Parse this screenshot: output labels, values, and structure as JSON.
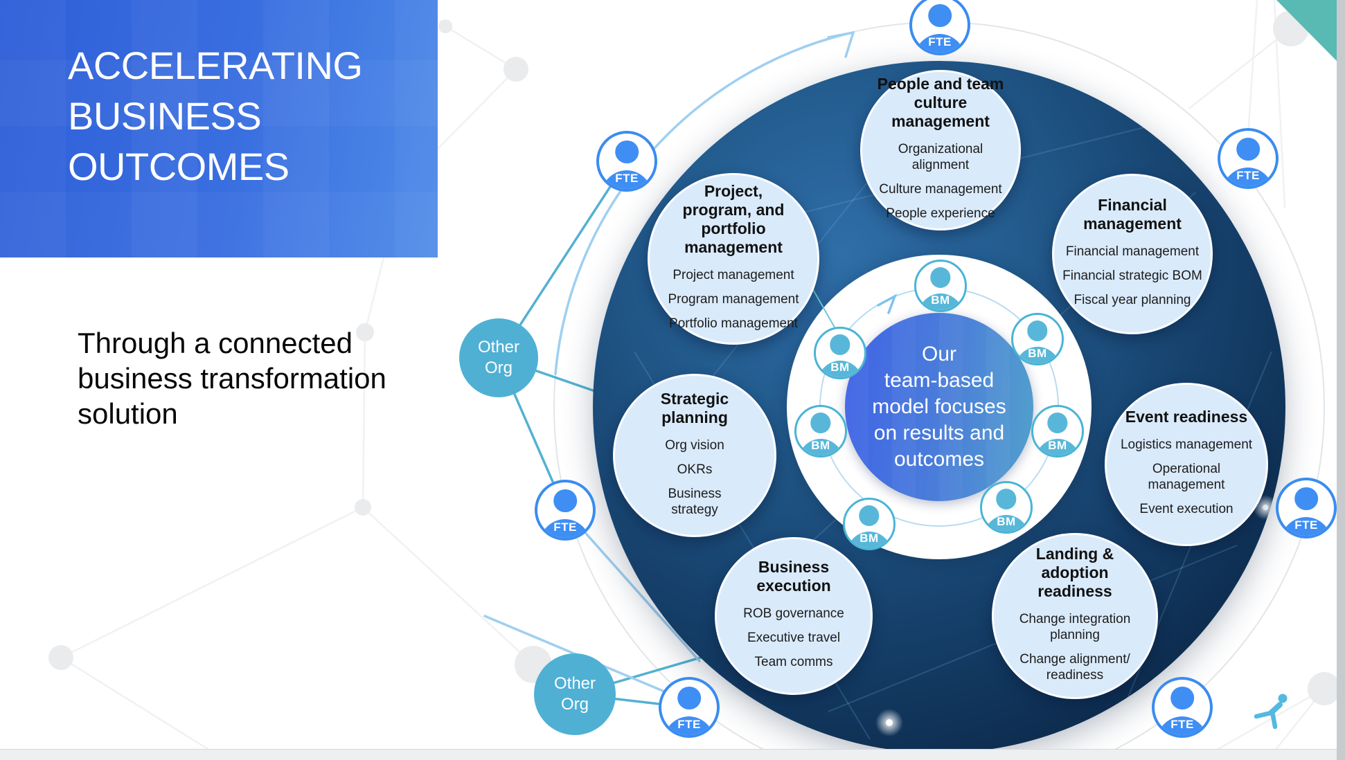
{
  "header": {
    "title_lines": [
      "ACCELERATING",
      "BUSINESS",
      "OUTCOMES"
    ],
    "subtitle": "Through a connected business transformation solution"
  },
  "center": {
    "text": "Our\nteam-based\nmodel focuses\non results and\noutcomes"
  },
  "bubbles": [
    {
      "title": "People and team\nculture management",
      "items": [
        "Organizational alignment",
        "Culture management",
        "People experience"
      ]
    },
    {
      "title": "Financial\nmanagement",
      "items": [
        "Financial management",
        "Financial strategic BOM",
        "Fiscal year planning"
      ]
    },
    {
      "title": "Project,\nprogram, and\nportfolio management",
      "items": [
        "Project management",
        "Program management",
        "Portfolio management"
      ]
    },
    {
      "title": "Strategic\nplanning",
      "items": [
        "Org vision",
        "OKRs",
        "Business\nstrategy"
      ]
    },
    {
      "title": "Event readiness",
      "items": [
        "Logistics management",
        "Operational management",
        "Event execution"
      ]
    },
    {
      "title": "Business\nexecution",
      "items": [
        "ROB governance",
        "Executive travel",
        "Team comms"
      ]
    },
    {
      "title": "Landing &\nadoption readiness",
      "items": [
        "Change integration\nplanning",
        "Change alignment/\nreadiness"
      ]
    }
  ],
  "labels": {
    "bm": "BM",
    "fte": "FTE",
    "other_org": "Other Org"
  },
  "colors": {
    "header_blue_start": "#2e5ed8",
    "header_blue_end": "#4f8be8",
    "sphere_navy": "#123a61",
    "bubble_fill": "#d9eafb",
    "center_blue_start": "#3f63e6",
    "center_blue_end": "#52a0cc",
    "bm_teal": "#53b5d7",
    "fte_blue": "#3f8ef4",
    "other_org_teal": "#4fb0d4",
    "corner_teal": "#58bab2"
  }
}
